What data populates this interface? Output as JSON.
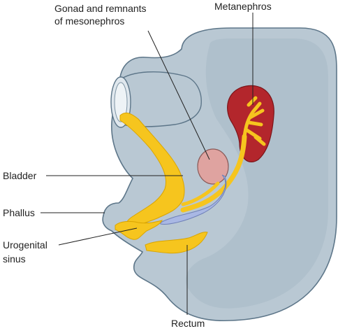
{
  "labels": {
    "gonad_line1": "Gonad and remnants",
    "gonad_line2": "of mesonephros",
    "metanephros": "Metanephros",
    "bladder": "Bladder",
    "phallus": "Phallus",
    "urogenital_line1": "Urogenital",
    "urogenital_line2": "sinus",
    "rectum": "Rectum"
  },
  "colors": {
    "embryo_fill": "#b9c8d3",
    "embryo_shadow": "#9fb2c0",
    "embryo_outline": "#5d7689",
    "hindgut_lumen": "#dfe7ed",
    "ducts": "#f6c51e",
    "duct_outline": "#d9a400",
    "kidney": "#b3262c",
    "gonad": "#dfa3a0",
    "mesonephric_remnant": "#a9b8e4"
  }
}
